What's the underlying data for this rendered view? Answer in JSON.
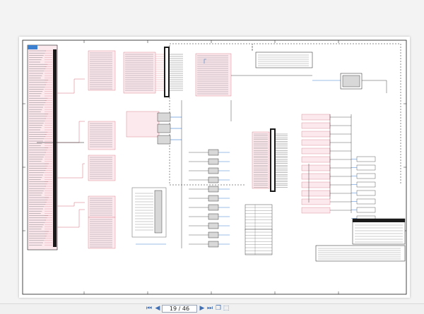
{
  "document": {
    "current_page": "19",
    "page_count": "46",
    "page_indicator": "19 / 46"
  },
  "toolbar": {
    "first_icon": "first-page-icon",
    "prev_icon": "prev-page-icon",
    "next_icon": "next-page-icon",
    "last_icon": "last-page-icon",
    "extra_icons": [
      "copy-icon",
      "fit-page-icon"
    ],
    "accent_color": "#3f6fb5"
  },
  "colors": {
    "wire_black": "#1a1a1a",
    "wire_red": "#d66b7a",
    "wire_blue": "#3a7fd0",
    "wire_gray": "#7a7a7a",
    "connector_fill": "#d8d8d8"
  }
}
